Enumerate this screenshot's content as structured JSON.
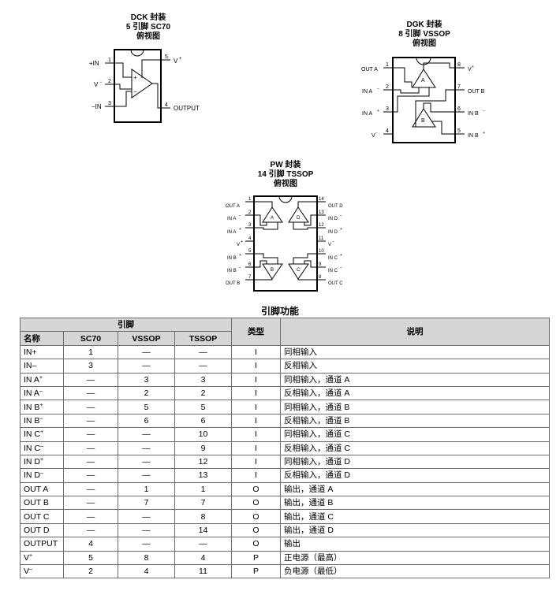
{
  "dck": {
    "title": [
      "DCK 封装",
      "5 引脚 SC70",
      "俯视图"
    ],
    "pins": {
      "n1": "1",
      "n2": "2",
      "n3": "3",
      "n4": "4",
      "n5": "5",
      "l_in_plus": "+IN",
      "l_v_minus": "V",
      "l_in_minus": "−IN",
      "l_v_plus": "V",
      "l_output": "OUTPUT"
    }
  },
  "dgk": {
    "title": [
      "DGK 封装",
      "8 引脚 VSSOP",
      "俯视图"
    ],
    "pins": {
      "n1": "1",
      "n2": "2",
      "n3": "3",
      "n4": "4",
      "n5": "5",
      "n6": "6",
      "n7": "7",
      "n8": "8",
      "l1": "OUT A",
      "l2": "IN A",
      "l3": "IN A",
      "l4": "V",
      "l8": "V",
      "l7": "OUT B",
      "l6": "IN B",
      "l5": "IN B",
      "ampA": "A",
      "ampB": "B"
    }
  },
  "pw": {
    "title": [
      "PW 封装",
      "14 引脚 TSSOP",
      "俯视图"
    ],
    "pins": {
      "n1": "1",
      "n2": "2",
      "n3": "3",
      "n4": "4",
      "n5": "5",
      "n6": "6",
      "n7": "7",
      "n8": "8",
      "n9": "9",
      "n10": "10",
      "n11": "11",
      "n12": "12",
      "n13": "13",
      "n14": "14",
      "l1": "OUT A",
      "l2": "IN A",
      "l3": "IN A",
      "l4": "V",
      "l5": "IN B",
      "l6": "IN B",
      "l7": "OUT B",
      "l14": "OUT D",
      "l13": "IN D",
      "l12": "IN D",
      "l11": "V",
      "l10": "IN C",
      "l9": "IN C",
      "l8": "OUT C",
      "ampA": "A",
      "ampB": "B",
      "ampC": "C",
      "ampD": "D"
    }
  },
  "table": {
    "title": "引脚功能",
    "headers": {
      "pin_group": "引脚",
      "type": "类型",
      "description": "说明",
      "name": "名称",
      "sc70": "SC70",
      "vssop": "VSSOP",
      "tssop": "TSSOP"
    },
    "rows": [
      {
        "name": "IN+",
        "sup": "",
        "sc70": "1",
        "vssop": "—",
        "tssop": "—",
        "type": "I",
        "desc": "同相输入"
      },
      {
        "name": "IN–",
        "sup": "",
        "sc70": "3",
        "vssop": "—",
        "tssop": "—",
        "type": "I",
        "desc": "反相输入"
      },
      {
        "name": "IN A",
        "sup": "+",
        "sc70": "—",
        "vssop": "3",
        "tssop": "3",
        "type": "I",
        "desc": "同相输入，通道 A"
      },
      {
        "name": "IN A",
        "sup": "–",
        "sc70": "—",
        "vssop": "2",
        "tssop": "2",
        "type": "I",
        "desc": "反相输入，通道 A"
      },
      {
        "name": "IN B",
        "sup": "+",
        "sc70": "—",
        "vssop": "5",
        "tssop": "5",
        "type": "I",
        "desc": "同相输入，通道 B"
      },
      {
        "name": "IN B",
        "sup": "–",
        "sc70": "—",
        "vssop": "6",
        "tssop": "6",
        "type": "I",
        "desc": "反相输入，通道 B"
      },
      {
        "name": "IN C",
        "sup": "+",
        "sc70": "—",
        "vssop": "—",
        "tssop": "10",
        "type": "I",
        "desc": "同相输入，通道 C"
      },
      {
        "name": "IN C",
        "sup": "–",
        "sc70": "—",
        "vssop": "—",
        "tssop": "9",
        "type": "I",
        "desc": "反相输入，通道 C"
      },
      {
        "name": "IN D",
        "sup": "+",
        "sc70": "—",
        "vssop": "—",
        "tssop": "12",
        "type": "I",
        "desc": "同相输入，通道 D"
      },
      {
        "name": "IN D",
        "sup": "–",
        "sc70": "—",
        "vssop": "—",
        "tssop": "13",
        "type": "I",
        "desc": "反相输入，通道 D"
      },
      {
        "name": "OUT A",
        "sup": "",
        "sc70": "—",
        "vssop": "1",
        "tssop": "1",
        "type": "O",
        "desc": "输出，通道 A"
      },
      {
        "name": "OUT B",
        "sup": "",
        "sc70": "—",
        "vssop": "7",
        "tssop": "7",
        "type": "O",
        "desc": "输出，通道 B"
      },
      {
        "name": "OUT C",
        "sup": "",
        "sc70": "—",
        "vssop": "—",
        "tssop": "8",
        "type": "O",
        "desc": "输出，通道 C"
      },
      {
        "name": "OUT D",
        "sup": "",
        "sc70": "—",
        "vssop": "—",
        "tssop": "14",
        "type": "O",
        "desc": "输出，通道 D"
      },
      {
        "name": "OUTPUT",
        "sup": "",
        "sc70": "4",
        "vssop": "—",
        "tssop": "—",
        "type": "O",
        "desc": "输出"
      },
      {
        "name": "V",
        "sup": "+",
        "sc70": "5",
        "vssop": "8",
        "tssop": "4",
        "type": "P",
        "desc": "正电源（最高）"
      },
      {
        "name": "V",
        "sup": "–",
        "sc70": "2",
        "vssop": "4",
        "tssop": "11",
        "type": "P",
        "desc": "负电源（最低）"
      }
    ]
  }
}
